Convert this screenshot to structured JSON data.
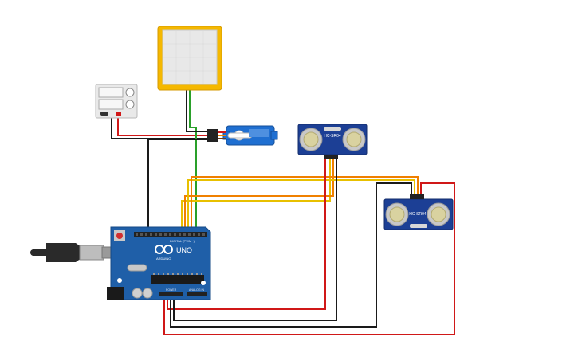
{
  "arduino": {
    "brand": "ARDUINO",
    "model": "UNO",
    "digital_label": "DIGITAL (PWM~)",
    "power_label": "POWER",
    "analog_label": "ANALOG IN"
  },
  "sensor_top": {
    "label": "HC-SR04"
  },
  "sensor_right": {
    "label": "HC-SR04"
  },
  "force_sensor": {
    "label": ""
  },
  "colors": {
    "board": "#1f5fa8",
    "sensor": "#1c3f95",
    "wire_red": "#d01818",
    "wire_black": "#1a1a1a",
    "wire_green": "#2aa02a",
    "wire_yellow": "#e8c000",
    "wire_orange": "#f08000",
    "sensor_pad": "#f5b800"
  },
  "icons": [
    "usb-cable-icon",
    "battery-pack-icon",
    "servo-motor-icon",
    "force-sensor-icon",
    "ultrasonic-sensor-icon",
    "arduino-board-icon"
  ]
}
